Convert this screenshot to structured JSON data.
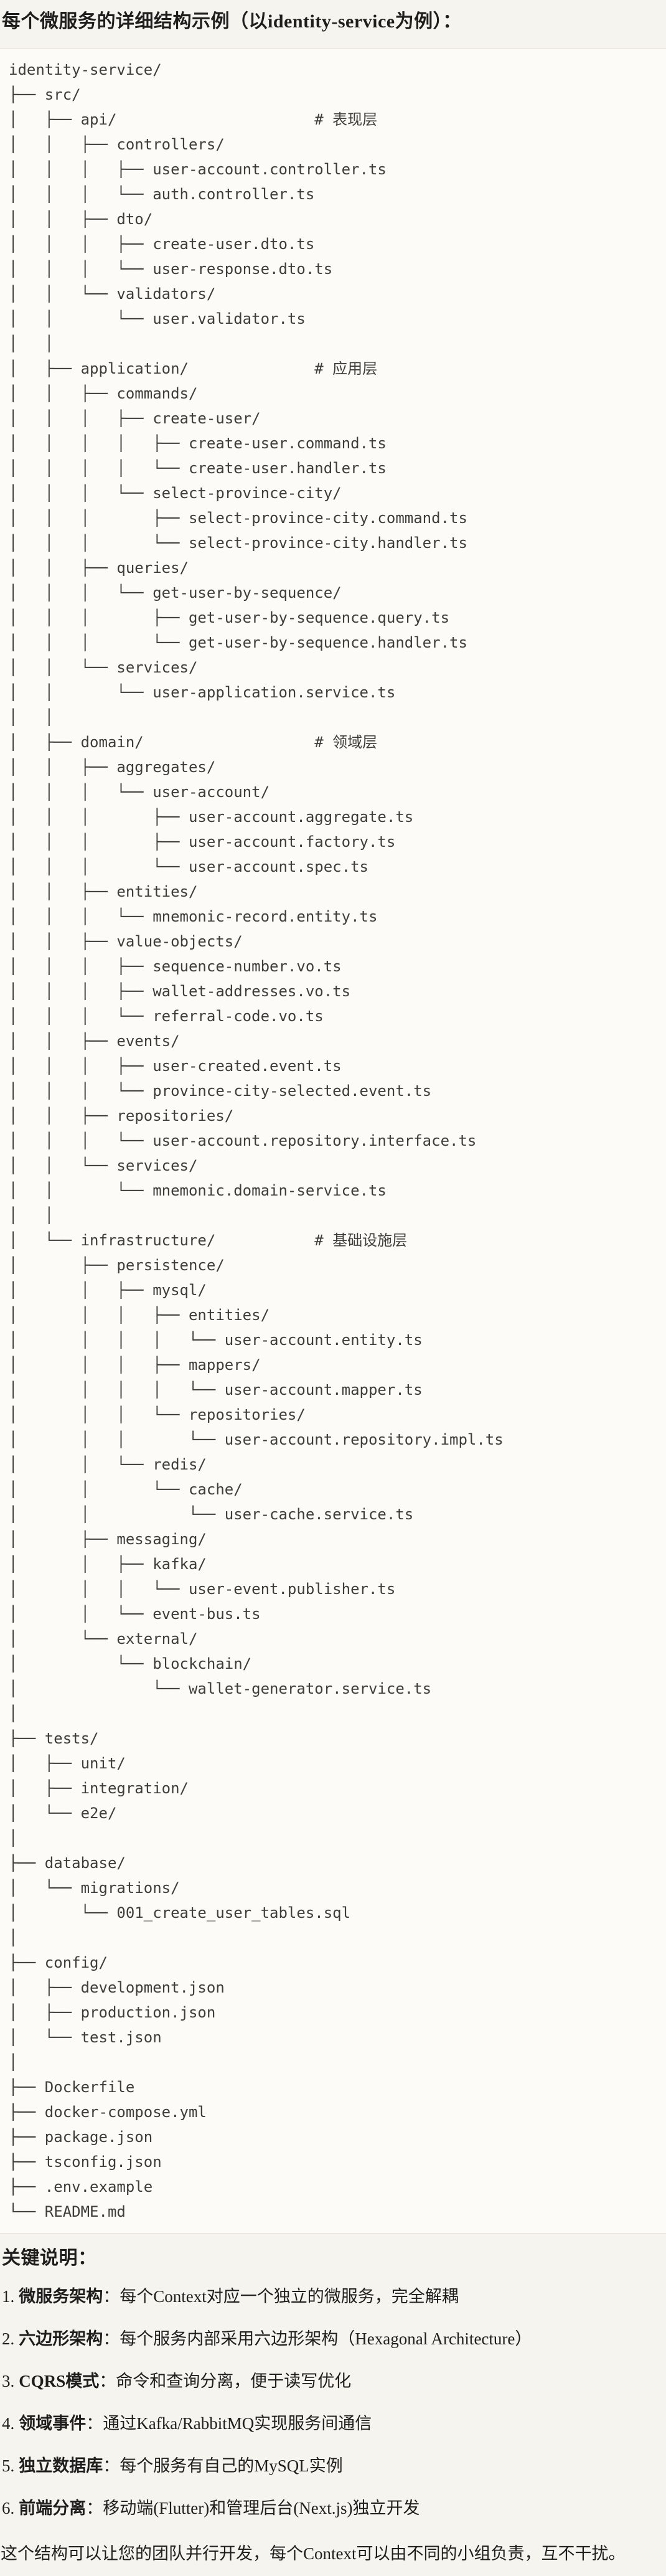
{
  "page": {
    "title": "每个微服务的详细结构示例（以identity-service为例）：",
    "notes_title": "关键说明：",
    "closing": "这个结构可以让您的团队并行开发，每个Context可以由不同的小组负责，互不干扰。"
  },
  "tree": {
    "root": "identity-service/",
    "layer_comments": [
      "# 表现层",
      "# 应用层",
      "# 领域层",
      "# 基础设施层"
    ],
    "lines": [
      "identity-service/",
      "├── src/",
      "│   ├── api/                      # 表现层",
      "│   │   ├── controllers/",
      "│   │   │   ├── user-account.controller.ts",
      "│   │   │   └── auth.controller.ts",
      "│   │   ├── dto/",
      "│   │   │   ├── create-user.dto.ts",
      "│   │   │   └── user-response.dto.ts",
      "│   │   └── validators/",
      "│   │       └── user.validator.ts",
      "│   │",
      "│   ├── application/              # 应用层",
      "│   │   ├── commands/",
      "│   │   │   ├── create-user/",
      "│   │   │   │   ├── create-user.command.ts",
      "│   │   │   │   └── create-user.handler.ts",
      "│   │   │   └── select-province-city/",
      "│   │   │       ├── select-province-city.command.ts",
      "│   │   │       └── select-province-city.handler.ts",
      "│   │   ├── queries/",
      "│   │   │   └── get-user-by-sequence/",
      "│   │   │       ├── get-user-by-sequence.query.ts",
      "│   │   │       └── get-user-by-sequence.handler.ts",
      "│   │   └── services/",
      "│   │       └── user-application.service.ts",
      "│   │",
      "│   ├── domain/                   # 领域层",
      "│   │   ├── aggregates/",
      "│   │   │   └── user-account/",
      "│   │   │       ├── user-account.aggregate.ts",
      "│   │   │       ├── user-account.factory.ts",
      "│   │   │       └── user-account.spec.ts",
      "│   │   ├── entities/",
      "│   │   │   └── mnemonic-record.entity.ts",
      "│   │   ├── value-objects/",
      "│   │   │   ├── sequence-number.vo.ts",
      "│   │   │   ├── wallet-addresses.vo.ts",
      "│   │   │   └── referral-code.vo.ts",
      "│   │   ├── events/",
      "│   │   │   ├── user-created.event.ts",
      "│   │   │   └── province-city-selected.event.ts",
      "│   │   ├── repositories/",
      "│   │   │   └── user-account.repository.interface.ts",
      "│   │   └── services/",
      "│   │       └── mnemonic.domain-service.ts",
      "│   │",
      "│   └── infrastructure/           # 基础设施层",
      "│       ├── persistence/",
      "│       │   ├── mysql/",
      "│       │   │   ├── entities/",
      "│       │   │   │   └── user-account.entity.ts",
      "│       │   │   ├── mappers/",
      "│       │   │   │   └── user-account.mapper.ts",
      "│       │   │   └── repositories/",
      "│       │   │       └── user-account.repository.impl.ts",
      "│       │   └── redis/",
      "│       │       └── cache/",
      "│       │           └── user-cache.service.ts",
      "│       ├── messaging/",
      "│       │   ├── kafka/",
      "│       │   │   └── user-event.publisher.ts",
      "│       │   └── event-bus.ts",
      "│       └── external/",
      "│           └── blockchain/",
      "│               └── wallet-generator.service.ts",
      "│",
      "├── tests/",
      "│   ├── unit/",
      "│   ├── integration/",
      "│   └── e2e/",
      "│",
      "├── database/",
      "│   └── migrations/",
      "│       └── 001_create_user_tables.sql",
      "│",
      "├── config/",
      "│   ├── development.json",
      "│   ├── production.json",
      "│   └── test.json",
      "│",
      "├── Dockerfile",
      "├── docker-compose.yml",
      "├── package.json",
      "├── tsconfig.json",
      "├── .env.example",
      "└── README.md"
    ]
  },
  "notes": {
    "items": [
      {
        "num": "1.",
        "term": "微服务架构",
        "sep": "：",
        "desc": "每个Context对应一个独立的微服务，完全解耦"
      },
      {
        "num": "2.",
        "term": "六边形架构",
        "sep": "：",
        "desc": "每个服务内部采用六边形架构（Hexagonal Architecture）"
      },
      {
        "num": "3.",
        "term": "CQRS模式",
        "sep": "：",
        "desc": "命令和查询分离，便于读写优化"
      },
      {
        "num": "4.",
        "term": "领域事件",
        "sep": "：",
        "desc": "通过Kafka/RabbitMQ实现服务间通信"
      },
      {
        "num": "5.",
        "term": "独立数据库",
        "sep": "：",
        "desc": "每个服务有自己的MySQL实例"
      },
      {
        "num": "6.",
        "term": "前端分离",
        "sep": "：",
        "desc": "移动端(Flutter)和管理后台(Next.js)独立开发"
      }
    ]
  },
  "colors": {
    "page_background": "#f6f4ef",
    "code_background": "#fcfbf7",
    "code_border": "#e3e0d8",
    "code_text": "#3e3d3a",
    "body_text": "#1f1e1c"
  }
}
